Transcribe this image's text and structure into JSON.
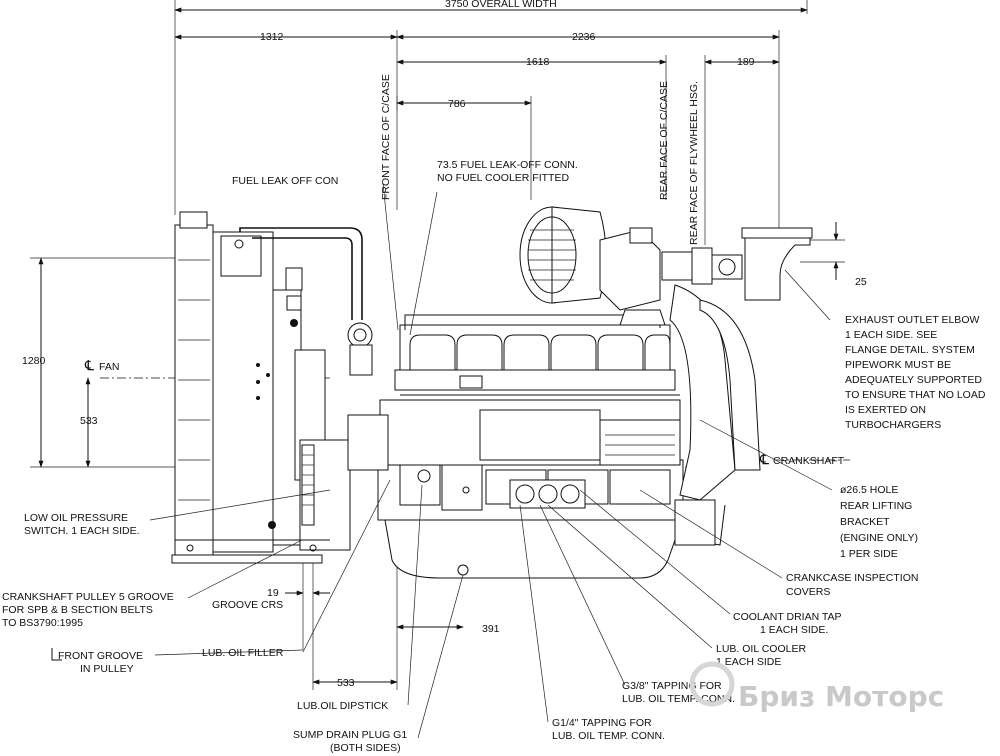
{
  "dimensions": {
    "overall": "3750 OVERALL WIDTH",
    "d1312": "1312",
    "d2236": "2236",
    "d1618": "1618",
    "d189": "189",
    "d786": "786",
    "d1280": "1280",
    "d533_left": "533",
    "d25": "25",
    "d19": "19",
    "d391": "391",
    "d533_bottom": "533"
  },
  "vertical_labels": {
    "front_face": "FRONT FACE OF C/CASE",
    "rear_face": "REAR FACE OF C/CASE",
    "rear_flywheel": "REAR FACE OF FLYWHEEL HSG."
  },
  "centerlines": {
    "fan": "FAN",
    "crankshaft": "CRANKSHAFT",
    "cl_symbol": "℄"
  },
  "callouts": {
    "fuel_leak_off_con": "FUEL LEAK OFF CON",
    "fuel_leak_off_conn": [
      "73.5 FUEL LEAK-OFF CONN.",
      "NO FUEL COOLER FITTED"
    ],
    "exhaust_outlet": [
      "EXHAUST OUTLET ELBOW",
      "1 EACH SIDE. SEE",
      "FLANGE DETAIL. SYSTEM",
      "PIPEWORK MUST BE",
      "ADEQUATELY SUPPORTED",
      "TO ENSURE THAT NO LOAD",
      "IS EXERTED ON",
      "TURBOCHARGERS"
    ],
    "hole": [
      "ø26.5 HOLE",
      "REAR LIFTING",
      "BRACKET",
      "(ENGINE ONLY)",
      "1 PER SIDE"
    ],
    "crankcase_covers": [
      "CRANKCASE INSPECTION",
      "COVERS"
    ],
    "coolant_tap": [
      "COOLANT DRIAN TAP",
      "1 EACH SIDE."
    ],
    "oil_cooler": [
      "LUB. OIL COOLER",
      "1 EACH SIDE"
    ],
    "g38": [
      "G3/8\" TAPPING FOR",
      "LUB. OIL TEMP. CONN."
    ],
    "g14": [
      "G1/4\" TAPPING FOR",
      "LUB. OIL TEMP. CONN."
    ],
    "low_oil": [
      "LOW OIL PRESSURE",
      "SWITCH. 1 EACH SIDE."
    ],
    "pulley": [
      "CRANKSHAFT PULLEY 5 GROOVE",
      "FOR SPB & B SECTION BELTS",
      "TO BS3790:1995"
    ],
    "groove_crs": "GROOVE CRS",
    "front_groove": [
      "FRONT GROOVE",
      "IN PULLEY"
    ],
    "oil_filler": "LUB. OIL FILLER",
    "dipstick": "LUB.OIL DIPSTICK",
    "sump_plug": [
      "SUMP DRAIN PLUG G1",
      "(BOTH SIDES)"
    ]
  },
  "watermark": "Бриз Моторс"
}
